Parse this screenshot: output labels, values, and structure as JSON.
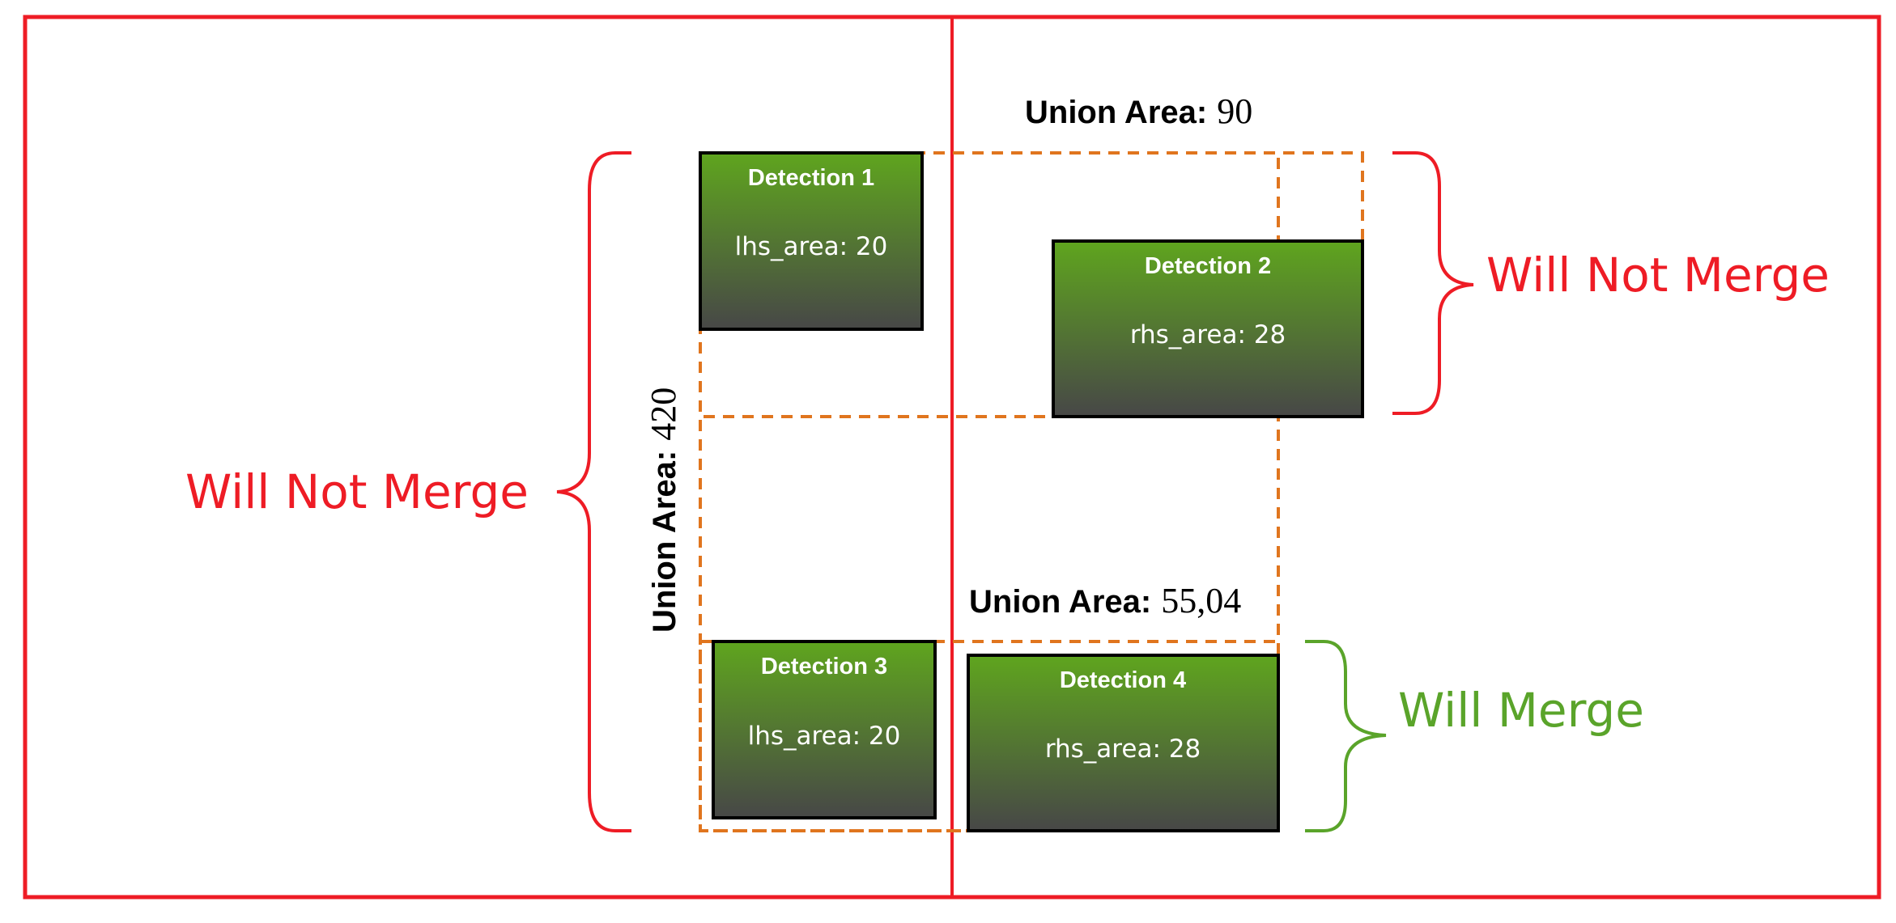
{
  "colors": {
    "frame": "#ee1c25",
    "dashed": "#e0751e",
    "box_top": "#5fa51e",
    "box_bottom": "#474747",
    "not_merge": "#ee1c25",
    "merge": "#5aa42a"
  },
  "detections": [
    {
      "title": "Detection 1",
      "value": "lhs_area: 20"
    },
    {
      "title": "Detection 2",
      "value": "rhs_area: 28"
    },
    {
      "title": "Detection 3",
      "value": "lhs_area: 20"
    },
    {
      "title": "Detection 4",
      "value": "rhs_area: 28"
    }
  ],
  "union_areas": [
    {
      "label": "Union Area:",
      "value": "90"
    },
    {
      "label": "Union Area:",
      "value": "420"
    },
    {
      "label": "Union Area:",
      "value": "55,04"
    }
  ],
  "outcomes": [
    {
      "text": "Will Not Merge",
      "type": "not_merge"
    },
    {
      "text": "Will Not Merge",
      "type": "not_merge"
    },
    {
      "text": "Will Merge",
      "type": "merge"
    }
  ]
}
